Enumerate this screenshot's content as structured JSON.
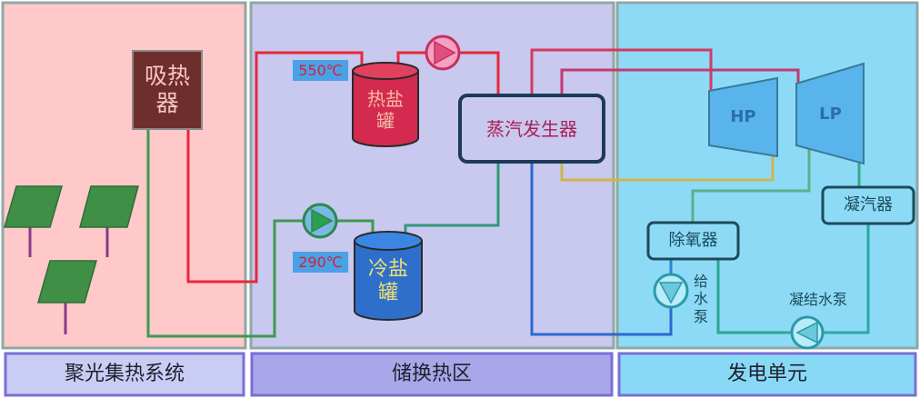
{
  "zones": {
    "collector": "聚光集热系统",
    "storage": "储换热区",
    "power": "发电单元"
  },
  "collector": {
    "absorber_label": "吸热器"
  },
  "storage": {
    "hot_tank_label": "热盐罐",
    "hot_temp": "550℃",
    "cold_tank_label": "冷盐罐",
    "cold_temp": "290℃",
    "steam_generator_label": "蒸汽发生器"
  },
  "power": {
    "hp_turbine_label": "HP",
    "lp_turbine_label": "LP",
    "condenser_label": "凝汽器",
    "deaerator_label": "除氧器",
    "feed_pump_label": "给水泵",
    "condensate_pump_label": "凝结水泵"
  },
  "colors": {
    "collector_zone": "#ffc9c9",
    "storage_zone": "#c9c8ef",
    "power_zone": "#8ddaf7",
    "absorber": "#6e2e2c",
    "heliostat": "#3f8f46",
    "hot_tank": "#d42a50",
    "cold_tank": "#2f6fcc",
    "hot_salt_pipe": "#e8283a",
    "cold_salt_pipe": "#3e9a4e",
    "steam_pipe": "#d43a62",
    "water_pipe": "#2d68d0"
  }
}
